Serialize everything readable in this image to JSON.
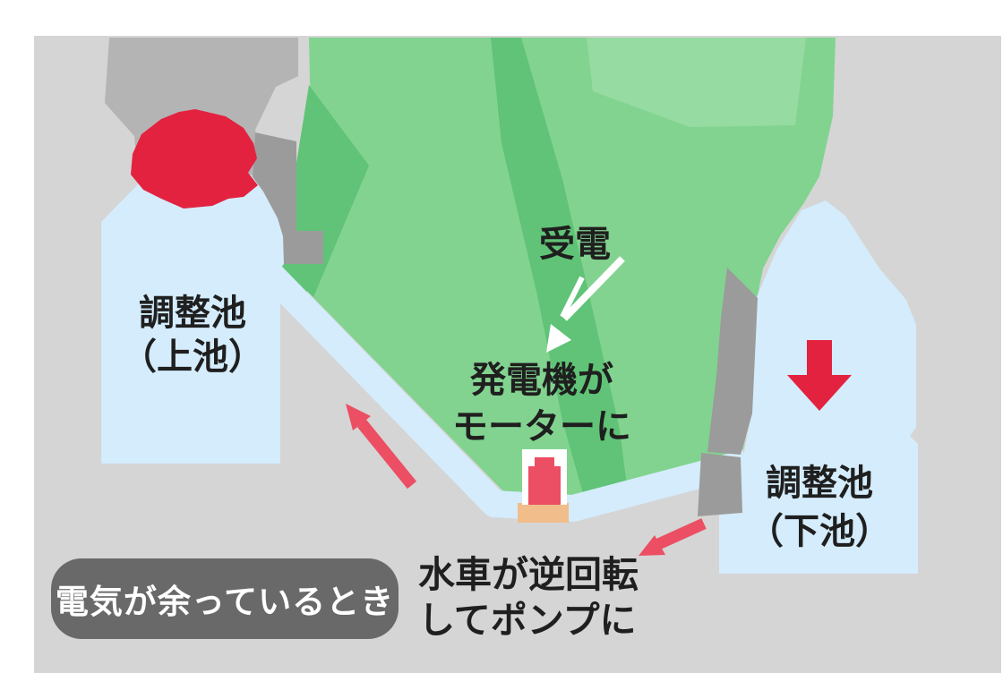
{
  "title_badge": {
    "label": "電気が余っているとき"
  },
  "labels": {
    "upper_reservoir": {
      "line1": "調整池",
      "line2": "（上池）"
    },
    "lower_reservoir": {
      "line1": "調整池",
      "line2": "（下池）"
    },
    "receiving_power": {
      "label": "受電"
    },
    "generator_to_motor": {
      "line1": "発電機が",
      "line2": "モーターに"
    },
    "turbine_reverse_pump": {
      "line1": "水車が逆回転",
      "line2": "してポンプに"
    }
  },
  "colors": {
    "page_bg": "#ffffff",
    "canvas_bg": "#d5d5d5",
    "mountain_gray": "#b4b4b4",
    "gray_dark": "#9b9b9b",
    "green_main": "#82d390",
    "green_dark": "#60c377",
    "green_light": "#96dba2",
    "water": "#d4ecfc",
    "red_deep": "#e32240",
    "red_pink": "#ec4e63",
    "tan_base": "#f0bd8b",
    "plant_white": "#ffffff",
    "lightning_white": "#ffffff",
    "ink": "#1f1f1f",
    "badge_bg": "#696969",
    "badge_text": "#ffffff"
  }
}
